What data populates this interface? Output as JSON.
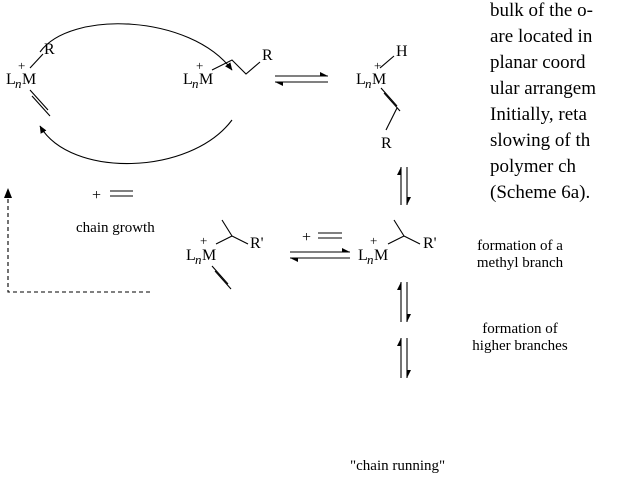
{
  "text_fragment": {
    "lines": [
      "bulk of the o-",
      "are located in",
      "planar coord",
      "ular arrangem",
      "Initially, reta",
      "slowing of th",
      "polymer ch",
      "(Scheme 6a)."
    ]
  },
  "labels": {
    "chain_growth": "chain growth",
    "chain_running": "\"chain running\"",
    "methyl_branch_line1": "formation of a",
    "methyl_branch_line2": "methyl branch",
    "higher_branches_line1": "formation of",
    "higher_branches_line2": "higher branches"
  },
  "chem": {
    "plus": "+",
    "L": "L",
    "n": "n",
    "M": "M",
    "R": "R",
    "R_prime": "R'",
    "H": "H",
    "olefin_plus": "+"
  }
}
